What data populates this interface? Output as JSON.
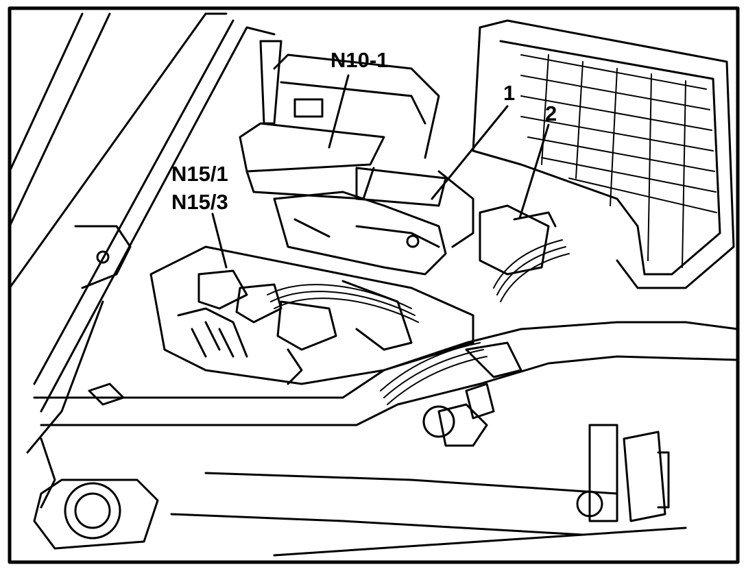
{
  "callouts": {
    "n10_1": "N10-1",
    "item_1": "1",
    "item_2": "2",
    "n15_1": "N15/1",
    "n15_3": "N15/3"
  },
  "colors": {
    "line": "#000000",
    "background": "#ffffff"
  }
}
